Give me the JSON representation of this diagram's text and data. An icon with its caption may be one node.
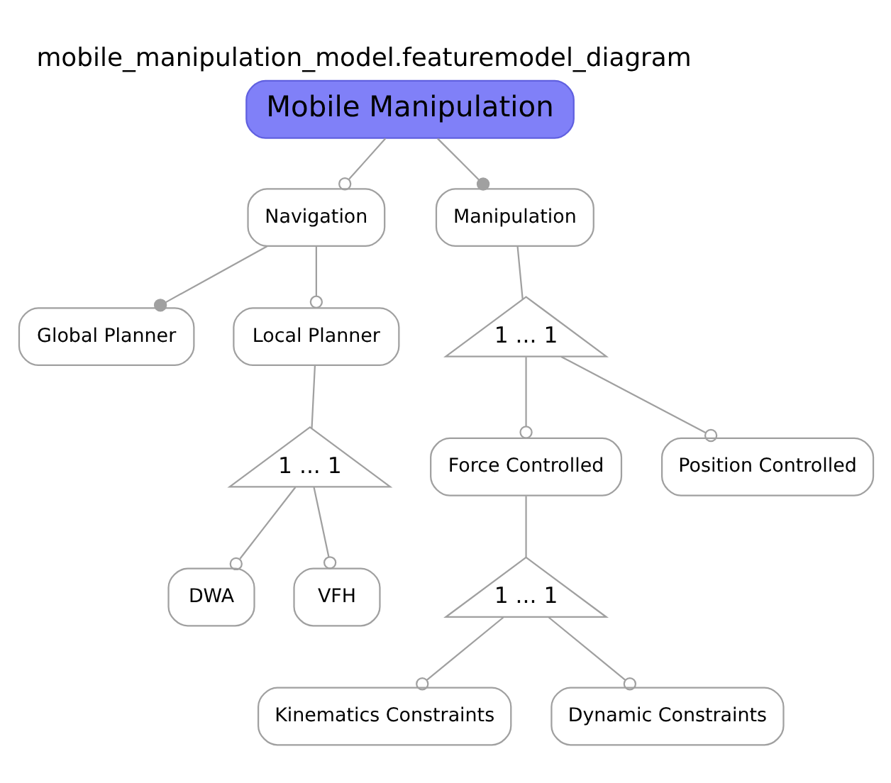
{
  "diagram": {
    "title": "mobile_manipulation_model.featuremodel_diagram",
    "nodes": [
      {
        "text": [
          "Mobile Manipulation"
        ]
      },
      {
        "text": [
          "Navigation"
        ]
      },
      {
        "text": [
          "Manipulation"
        ]
      },
      {
        "text": [
          "Global Planner"
        ]
      },
      {
        "text": [
          "1 ... 1"
        ]
      },
      {
        "text": [
          "Local Planner"
        ]
      },
      {
        "text": [
          "Force Controlled"
        ]
      },
      {
        "text": [
          "Position Controlled"
        ]
      },
      {
        "text": [
          "1 ... 1"
        ]
      },
      {
        "text": [
          "1 ... 1"
        ]
      },
      {
        "text": [
          "DWA"
        ]
      },
      {
        "text": [
          "VFH"
        ]
      },
      {
        "text": [
          "Kinematics Constraints"
        ]
      },
      {
        "text": [
          "Dynamic Constraints"
        ]
      }
    ],
    "edges": [
      {
        "from": 0,
        "to": 1,
        "arrow": "other"
      },
      {
        "from": 0,
        "to": 2,
        "arrow": "other"
      },
      {
        "from": 1,
        "to": 5,
        "arrow": "other"
      },
      {
        "from": 1,
        "to": 3,
        "arrow": "other"
      },
      {
        "from": 2,
        "to": 4,
        "arrow": "none"
      },
      {
        "from": 4,
        "to": 7,
        "arrow": "other"
      },
      {
        "from": 4,
        "to": 6,
        "arrow": "other"
      },
      {
        "from": 5,
        "to": 8,
        "arrow": "none"
      },
      {
        "from": 6,
        "to": 9,
        "arrow": "none"
      },
      {
        "from": 8,
        "to": 10,
        "arrow": "other"
      },
      {
        "from": 8,
        "to": 11,
        "arrow": "other"
      },
      {
        "from": 9,
        "to": 12,
        "arrow": "other"
      },
      {
        "from": 9,
        "to": 13,
        "arrow": "other"
      }
    ]
  }
}
